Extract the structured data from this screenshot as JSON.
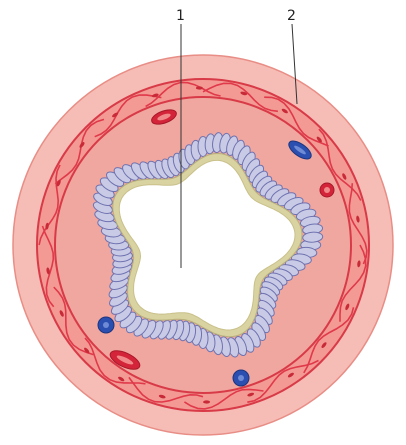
{
  "labels": [
    {
      "id": "1",
      "text": "1"
    },
    {
      "id": "2",
      "text": "2"
    }
  ],
  "colors": {
    "background": "#ffffff",
    "adventitia": "#f6bcb6",
    "adventitia_outline": "#e88e86",
    "media_outer_band": "#f39a94",
    "muscle_fibers": "#e0394a",
    "muscle_nuclei": "#c92a38",
    "submucosa": "#f0a79f",
    "epithelial_cells": "#c9cbe6",
    "epithelial_outline": "#6f72b0",
    "basement_layer": "#d9d3a2",
    "lumen": "#ffffff",
    "vessel_red": "#d4243a",
    "vessel_blue": "#2b4fb0",
    "leader_line": "#333333"
  }
}
